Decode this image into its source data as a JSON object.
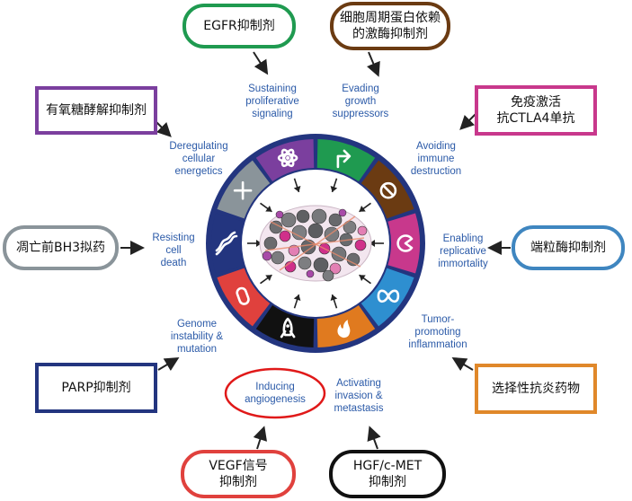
{
  "drug_boxes": {
    "egfr": {
      "text": "EGFR抑制剂",
      "color": "#1f9a50"
    },
    "cdk_line1": {
      "text": "细胞周期蛋白依赖",
      "color": "#6b3b12"
    },
    "cdk_line2": {
      "text": "的激酶抑制剂"
    },
    "glycolysis": {
      "text": "有氧糖酵解抑制剂",
      "color": "#7b3f9e"
    },
    "immune_line1": {
      "text": "免疫激活",
      "color": "#c8388c"
    },
    "immune_line2": {
      "text": "抗CTLA4单抗"
    },
    "bh3": {
      "text": "凋亡前BH3拟药",
      "color": "#8a949a"
    },
    "telomerase": {
      "text": "端粒酶抑制剂",
      "color": "#3f86c0"
    },
    "parp": {
      "text": "PARP抑制剂",
      "color": "#23357f"
    },
    "anti_inflammatory": {
      "text": "选择性抗炎药物",
      "color": "#e0882a"
    },
    "vegf_line1": {
      "text": "VEGF信号",
      "color": "#e0413d"
    },
    "vegf_line2": {
      "text": "抑制剂"
    },
    "hgf_line1": {
      "text": "HGF/c-MET",
      "color": "#111111"
    },
    "hgf_line2": {
      "text": "抑制剂"
    }
  },
  "hallmarks": {
    "sustaining": [
      "Sustaining",
      "proliferative",
      "signaling"
    ],
    "evading": [
      "Evading",
      "growth",
      "suppressors"
    ],
    "avoiding": [
      "Avoiding",
      "immune",
      "destruction"
    ],
    "enabling": [
      "Enabling",
      "replicative",
      "immortality"
    ],
    "tumor": [
      "Tumor-",
      "promoting",
      "inflammation"
    ],
    "activating": [
      "Activating",
      "invasion &",
      "metastasis"
    ],
    "inducing": [
      "Inducing",
      "angiogenesis"
    ],
    "genome": [
      "Genome",
      "instability &",
      "mutation"
    ],
    "resisting": [
      "Resisting",
      "cell",
      "death"
    ],
    "deregulating": [
      "Deregulating",
      "cellular",
      "energetics"
    ]
  },
  "wheel": {
    "segments": [
      {
        "name": "sustaining-proliferative-signaling",
        "color": "#1f9a50",
        "icon": "arrow-up-right-icon"
      },
      {
        "name": "evading-growth-suppressors",
        "color": "#6b3b12",
        "icon": "no-sign-icon"
      },
      {
        "name": "avoiding-immune-destruction",
        "color": "#c8388c",
        "icon": "pacman-icon"
      },
      {
        "name": "enabling-replicative-immortality",
        "color": "#2e8fd0",
        "icon": "infinity-icon"
      },
      {
        "name": "tumor-promoting-inflammation",
        "color": "#e07a1f",
        "icon": "flame-icon"
      },
      {
        "name": "activating-invasion-metastasis",
        "color": "#111111",
        "icon": "rocket-icon"
      },
      {
        "name": "inducing-angiogenesis",
        "color": "#e0413d",
        "icon": "vessel-icon"
      },
      {
        "name": "genome-instability-mutation",
        "color": "#23357f",
        "icon": "dna-icon"
      },
      {
        "name": "resisting-cell-death",
        "color": "#8a949a",
        "icon": "cross-icon"
      },
      {
        "name": "deregulating-cellular-energetics",
        "color": "#7b3f9e",
        "icon": "atom-icon"
      }
    ],
    "ring_color": "#23357f",
    "highlight_color": "#e01919"
  }
}
